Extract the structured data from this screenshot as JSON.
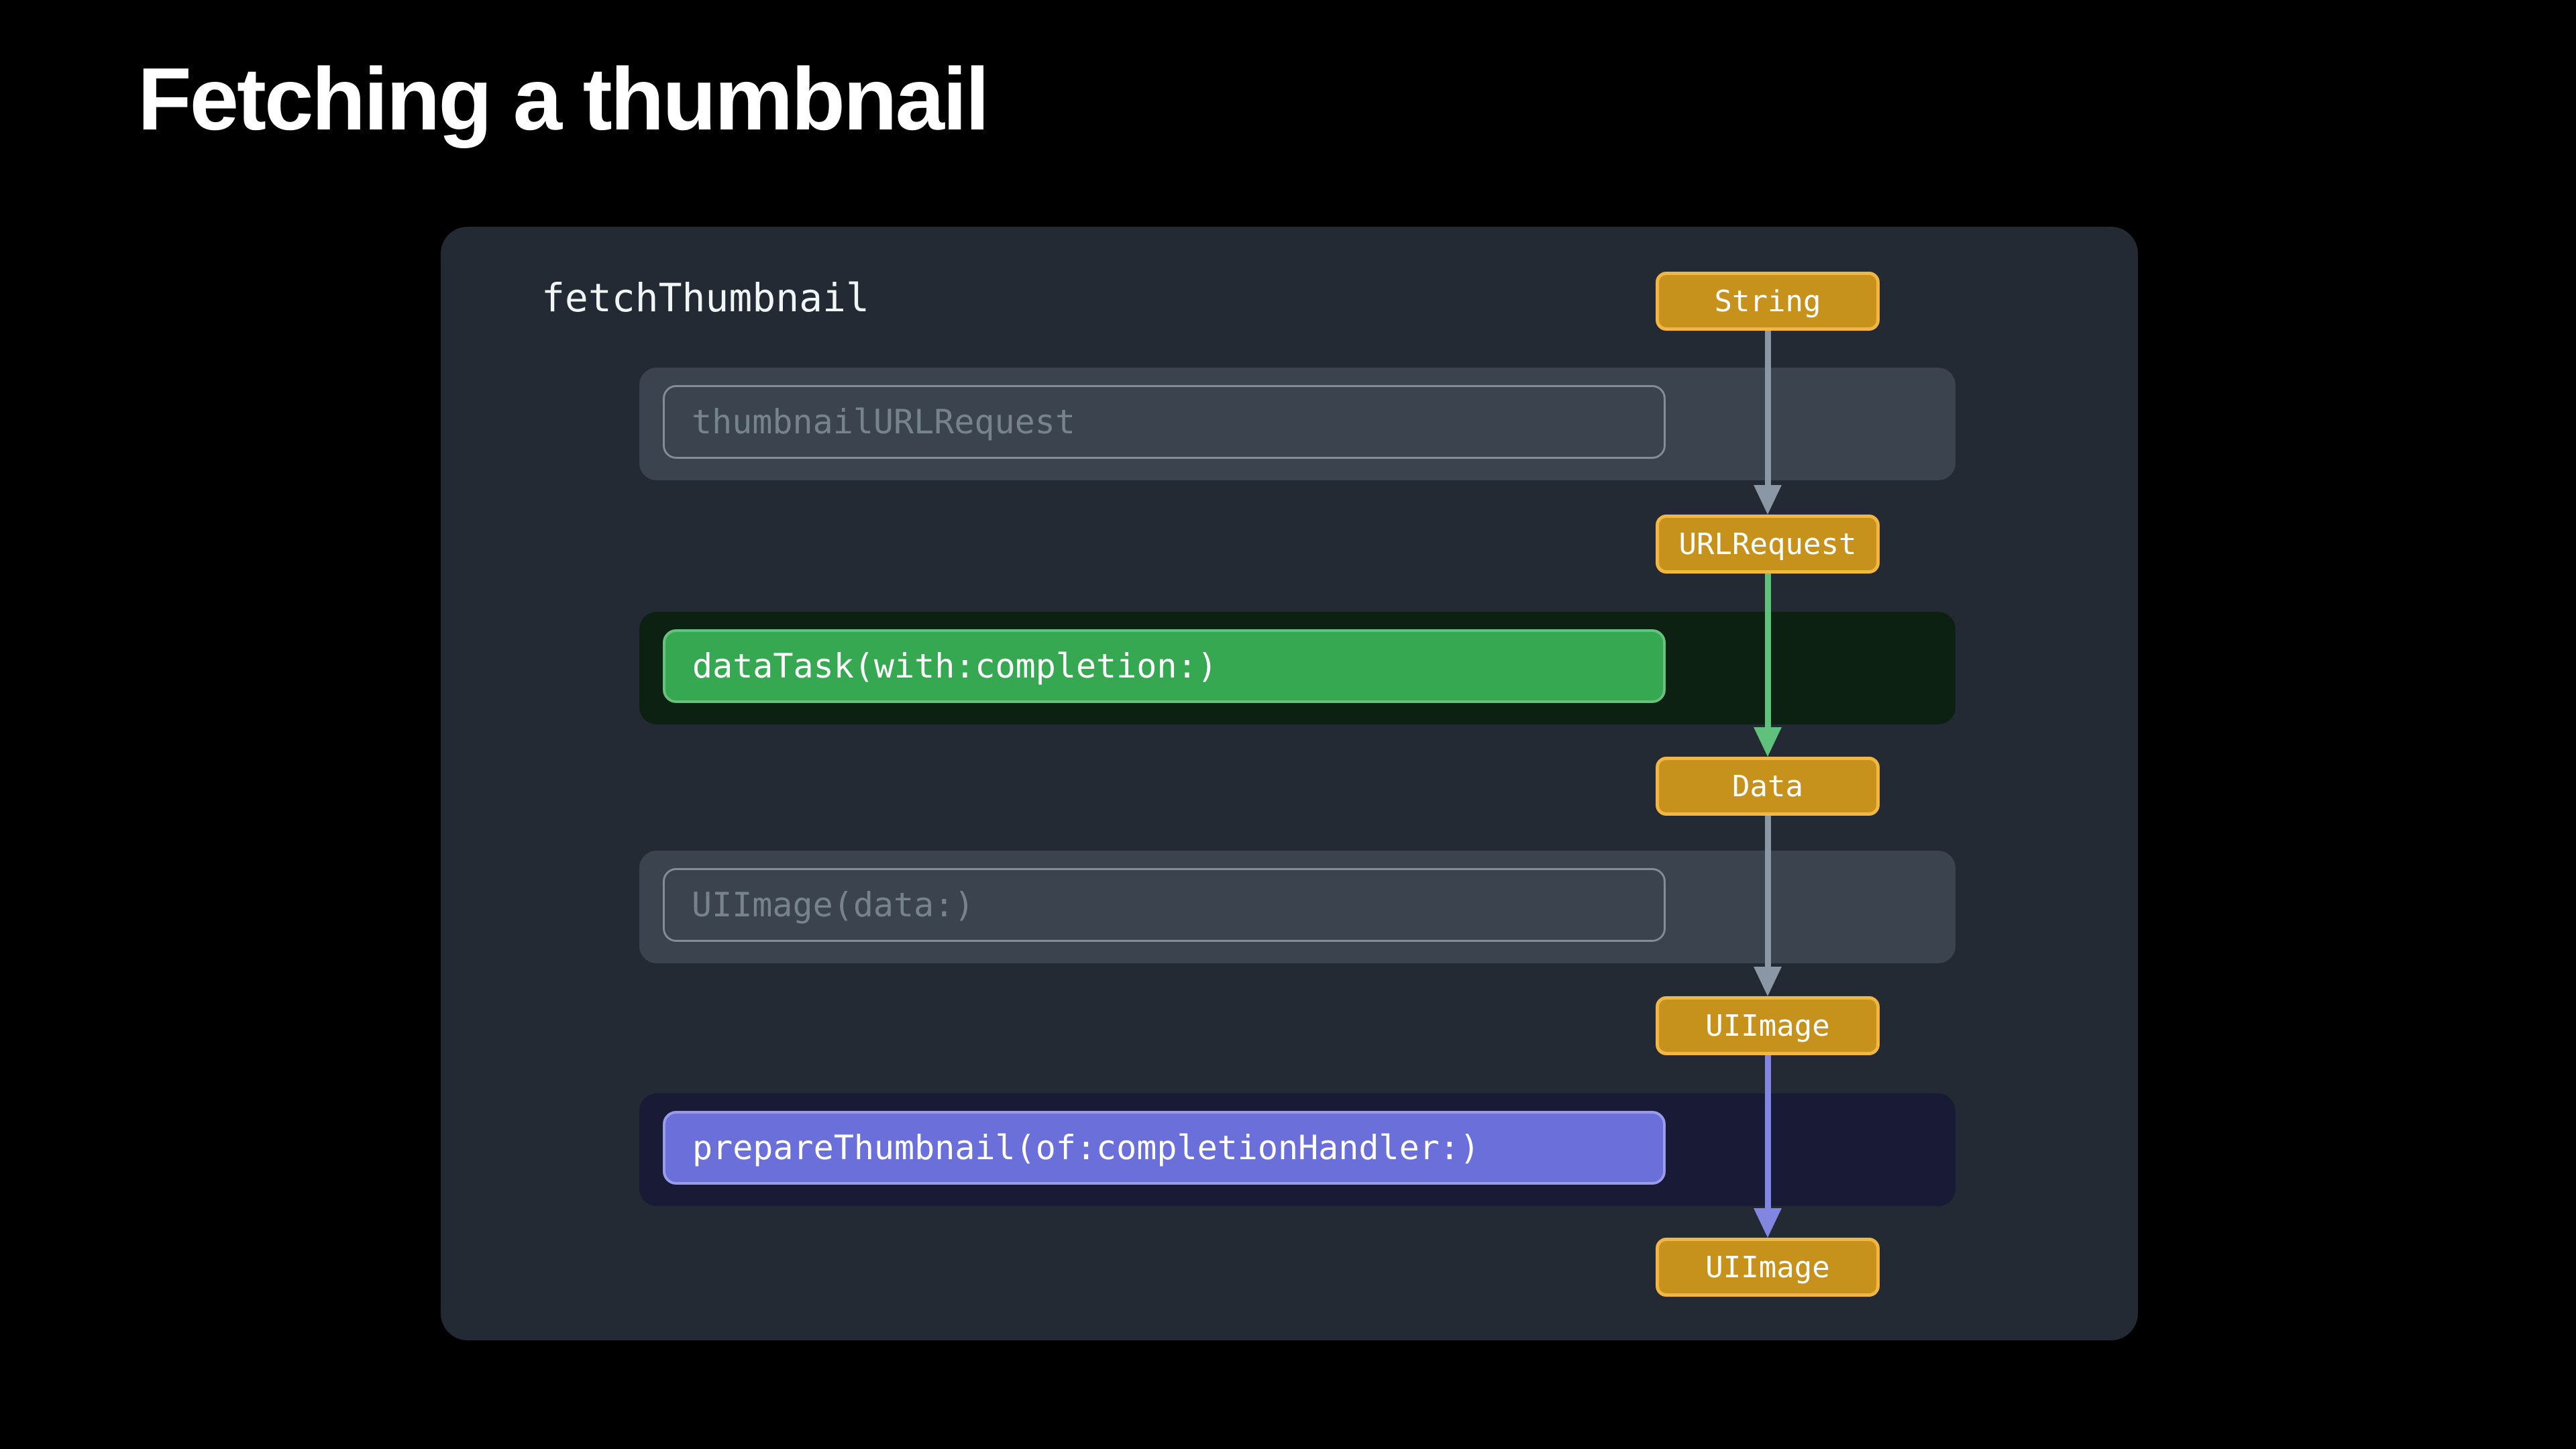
{
  "title": "Fetching a thumbnail",
  "panel": {
    "function_label": "fetchThumbnail",
    "rows": [
      {
        "label": "thumbnailURLRequest",
        "variant": "gray",
        "state": "dimmed"
      },
      {
        "label": "dataTask(with:completion:)",
        "variant": "green",
        "state": "highlighted"
      },
      {
        "label": "UIImage(data:)",
        "variant": "gray",
        "state": "dimmed"
      },
      {
        "label": "prepareThumbnail(of:completionHandler:)",
        "variant": "purple",
        "state": "highlighted"
      }
    ],
    "value_badges": [
      "String",
      "URLRequest",
      "Data",
      "UIImage",
      "UIImage"
    ],
    "arrows": [
      {
        "from": "String",
        "to": "URLRequest",
        "color": "#8B97A4"
      },
      {
        "from": "URLRequest",
        "to": "Data",
        "color": "#5FC17B"
      },
      {
        "from": "Data",
        "to": "UIImage",
        "color": "#8B97A4"
      },
      {
        "from": "UIImage",
        "to": "UIImage",
        "color": "#8286E0"
      }
    ],
    "colors": {
      "page_background": "#000000",
      "panel_background": "#232A33",
      "row_gray": "#3B444E",
      "row_gray_border": "#828D97",
      "row_gray_text": "#76828C",
      "row_green_outer": "#0D2113",
      "row_green_fill": "#36A852",
      "row_green_border": "#69C17E",
      "row_purple_outer": "#191A36",
      "row_purple_fill": "#6A6FD9",
      "row_purple_border": "#999CE9",
      "badge_fill": "#C6921C",
      "badge_border": "#F1B742",
      "arrow_gray": "#8B97A4",
      "arrow_green": "#5FC17B",
      "arrow_purple": "#8286E0"
    }
  }
}
